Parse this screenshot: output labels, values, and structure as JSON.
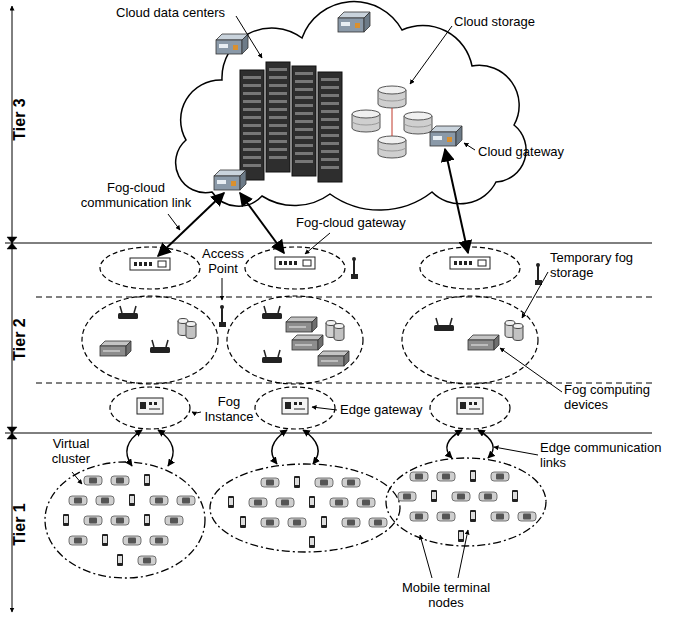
{
  "diagram": {
    "labels": [
      "Tier 3",
      "Cloud data centers",
      "Cloud storage",
      "Cloud gateway",
      "Fog-cloud communication link",
      "Fog-cloud gateway",
      "Access Point",
      "Tier 2",
      "Temporary fog storage",
      "Fog Instance",
      "Edge gateway",
      "Fog computing devices",
      "Edge communication links",
      "Virtual cluster",
      "Tier 1",
      "Mobile terminal nodes"
    ]
  }
}
